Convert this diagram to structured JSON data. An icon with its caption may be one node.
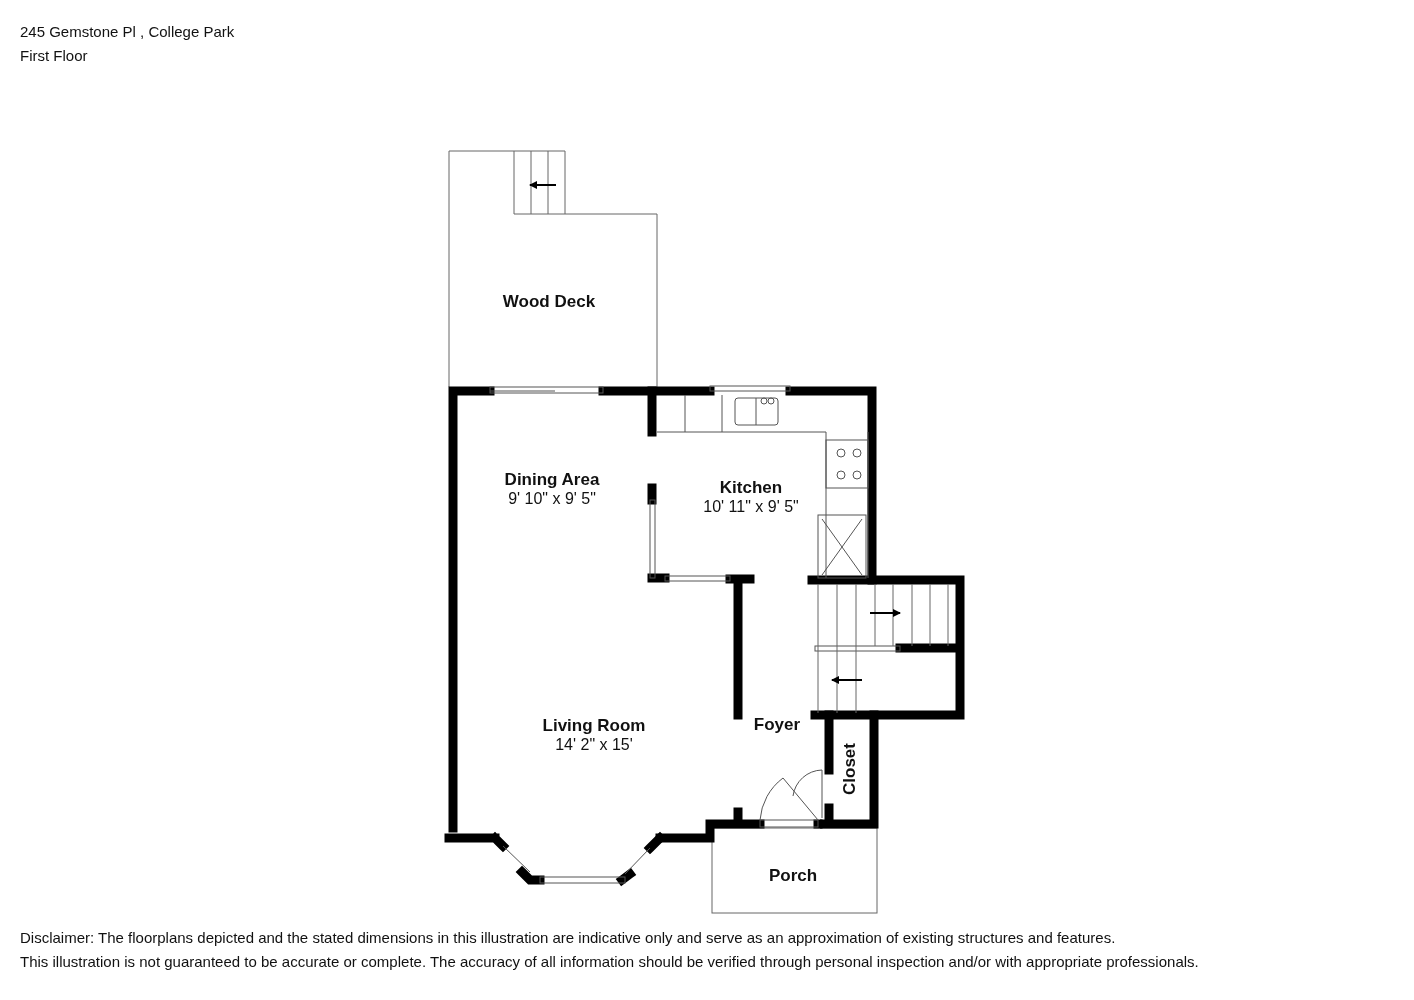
{
  "diagram": {
    "title": "245 Gemstone Pl , College Park",
    "nodes": [
      {
        "text": [
          "Wood Deck"
        ]
      },
      {
        "text": [
          "Dining Area",
          "9' 10\" x 9' 5\""
        ]
      },
      {
        "text": [
          "Kitchen",
          "10' 11\" x 9' 5\""
        ]
      },
      {
        "text": [
          "Living Room",
          "14' 2\" x 15'"
        ]
      },
      {
        "text": [
          "Foyer"
        ]
      },
      {
        "text": [
          "Closet"
        ]
      },
      {
        "text": [
          "Porch"
        ]
      }
    ],
    "labels": [
      "First Floor",
      "Disclaimer: The floorplans depicted and the stated dimensions in this illustration are indicative only and serve as an approximation of existing structures and features.",
      "This illustration is not guaranteed to be accurate or complete. The accuracy of all information should be verified through personal inspection and/or with appropriate professionals."
    ]
  }
}
